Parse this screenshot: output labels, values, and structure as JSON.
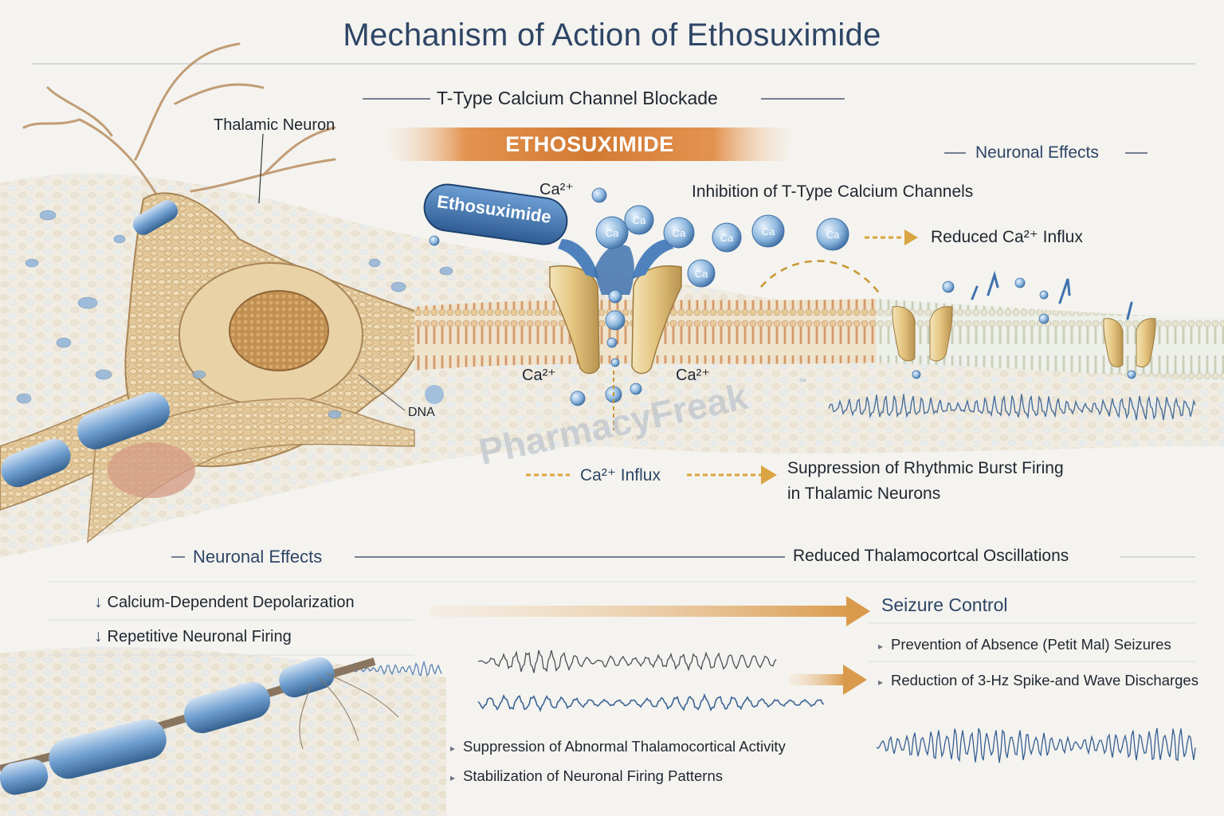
{
  "title": "Mechanism of Action of Ethosuximide",
  "subtitle": "T-Type Calcium Channel Blockade",
  "drug_banner": "ETHOSUXIMIDE",
  "drug_pill": "Ethosuximide",
  "watermark": "PharmacyFreak",
  "watermark_tm": "™",
  "labels": {
    "thalamic_neuron": "Thalamic Neuron",
    "dna": "DNA",
    "ca_top": "Ca²⁺",
    "ca_left": "Ca²⁺",
    "ca_right": "Ca²⁺",
    "ion": "Ca",
    "inhibition": "Inhibition of T-Type Calcium Channels",
    "reduced_influx": "Reduced Ca²⁺ Influx",
    "ca_influx": "Ca²⁺ Influx",
    "suppression_line1": "Suppression of Rhythmic Burst Firing",
    "suppression_line2": "in Thalamic Neurons"
  },
  "sections": {
    "neuronal_effects_right": "Neuronal Effects",
    "neuronal_effects_left": "Neuronal Effects",
    "reduced_oscillations": "Reduced Thalamocortcal Oscillations",
    "seizure_control": "Seizure Control"
  },
  "decrease_items": [
    "Calcium-Dependent Depolarization",
    "Repetitive Neuronal Firing"
  ],
  "down_arrow": "↓",
  "bullet_marker": "▸",
  "seizure_items": [
    "Prevention of Absence (Petit Mal) Seizures",
    "Reduction of 3-Hz Spike-and Wave Discharges"
  ],
  "bottom_items": [
    "Suppression of Abnormal Thalamocortical Activity",
    "Stabilization of Neuronal Firing Patterns"
  ],
  "colors": {
    "title_blue": "#2e4566",
    "orange": "#d98a3c",
    "gold_arrow": "#d9a441",
    "channel_blue": "#5b8fc7",
    "membrane_tan": "#d8b78a"
  }
}
